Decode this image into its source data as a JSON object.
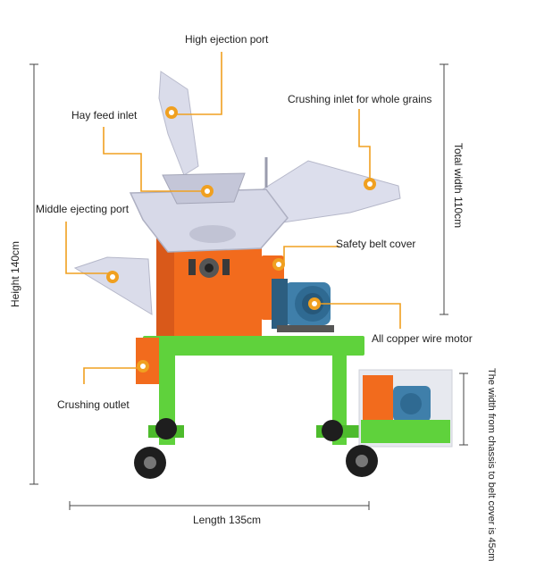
{
  "labels": {
    "high_ejection_port": "High ejection port",
    "hay_feed_inlet": "Hay feed inlet",
    "crushing_inlet": "Crushing inlet for whole grains",
    "middle_ejecting_port": "Middle ejecting port",
    "safety_belt_cover": "Safety belt cover",
    "motor": "All copper wire motor",
    "crushing_outlet": "Crushing outlet",
    "height": "Height 140cm",
    "total_width": "Total width 110cm",
    "length": "Length 135cm",
    "chassis_width": "The width from chassis to belt cover is 45cm"
  },
  "colors": {
    "callout": "#f0a020",
    "frame_green": "#5fd23c",
    "body_orange": "#f26b1d",
    "hopper": "#d9dae8",
    "motor_blue": "#3f7faa",
    "wheel": "#1e1e1e",
    "dimension_line": "#444444"
  }
}
